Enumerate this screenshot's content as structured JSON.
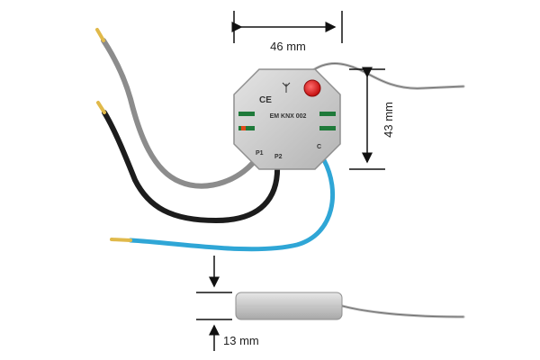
{
  "figure": {
    "device_label": "EM KNX 002",
    "ce_mark": "CE",
    "terminal_p1": "P1",
    "terminal_p2": "P2",
    "terminal_c": "C",
    "dimensions": {
      "width": "46 mm",
      "height": "43 mm",
      "depth": "13 mm"
    }
  },
  "colors": {
    "housing": "#c9c9c9",
    "housing_edge": "#8f8f8f",
    "gray_wire": "#8c8c8c",
    "black_wire": "#1c1c1c",
    "blue_wire": "#2fa6d6",
    "wire_tip": "#e0b94a",
    "led_green": "#1f7a3a",
    "button_red": "#e01a1a",
    "antenna_wire": "#b5b5b5",
    "dim_line": "#111111"
  }
}
